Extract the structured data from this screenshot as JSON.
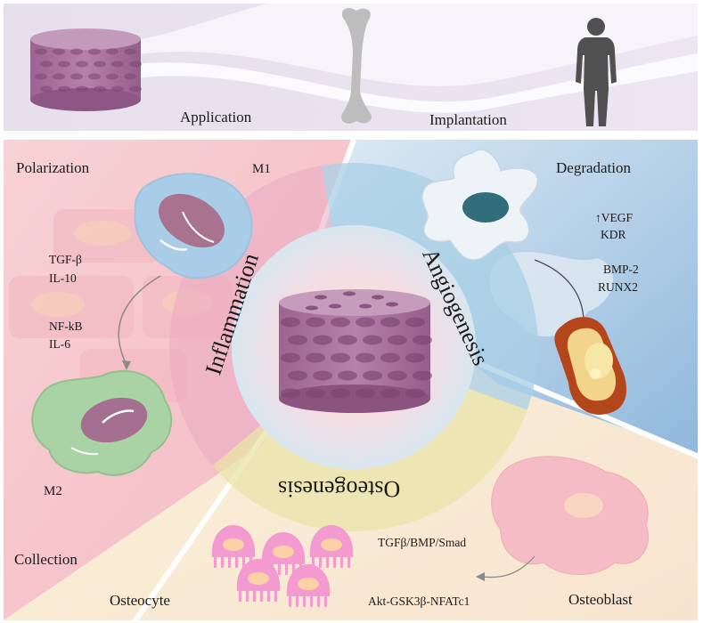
{
  "top_panel": {
    "application_label": "Application",
    "implantation_label": "Implantation"
  },
  "inflammation": {
    "title": "Inflammation",
    "polarization_label": "Polarization",
    "m1_label": "M1",
    "m2_label": "M2",
    "factors_1": [
      "TGF-β",
      "IL-10"
    ],
    "factors_2": [
      "NF-kB",
      "IL-6"
    ],
    "collection_label": "Collection"
  },
  "angiogenesis": {
    "title": "Angiogenesis",
    "degradation_label": "Degradation",
    "factors_1": [
      "↑VEGF",
      "KDR"
    ],
    "factors_2": [
      "BMP-2",
      "RUNX2"
    ]
  },
  "osteogenesis": {
    "title": "Osteogenesis",
    "osteocyte_label": "Osteocyte",
    "osteoblast_label": "Osteoblast",
    "pathway_1": "TGFβ/BMP/Smad",
    "pathway_2": "Akt-GSK3β-NFATc1"
  },
  "colors": {
    "top_bg": "#ece6f1",
    "inflammation_bg": "#f6c6cd",
    "angiogenesis_bg": "#bcd6ea",
    "osteogenesis_bg": "#f9efcf",
    "scaffold": "#a9729f",
    "scaffold_pore": "#7f4674"
  }
}
